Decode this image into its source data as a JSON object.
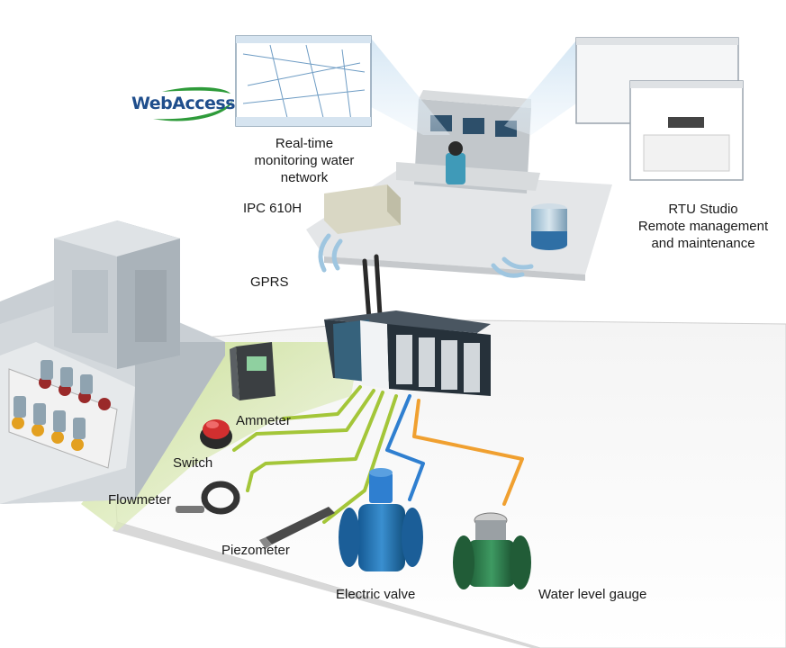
{
  "logo": {
    "text": "WebAccess"
  },
  "labels": {
    "realtime": "Real-time\nmonitoring water\nnetwork",
    "rtu": "RTU Studio\nRemote management\nand maintenance",
    "ipc": "IPC 610H",
    "gprs": "GPRS",
    "ammeter": "Ammeter",
    "switch": "Switch",
    "flowmeter": "Flowmeter",
    "piezometer": "Piezometer",
    "electric_valve": "Electric valve",
    "water_level": "Water level gauge"
  },
  "colors": {
    "green_wire": "#a4c639",
    "blue_wire": "#2f7fd0",
    "orange_wire": "#f0a030",
    "floor_green": "#c5dc8c",
    "valve_blue": "#1f6fb0",
    "gauge_green": "#2a7a4a"
  }
}
